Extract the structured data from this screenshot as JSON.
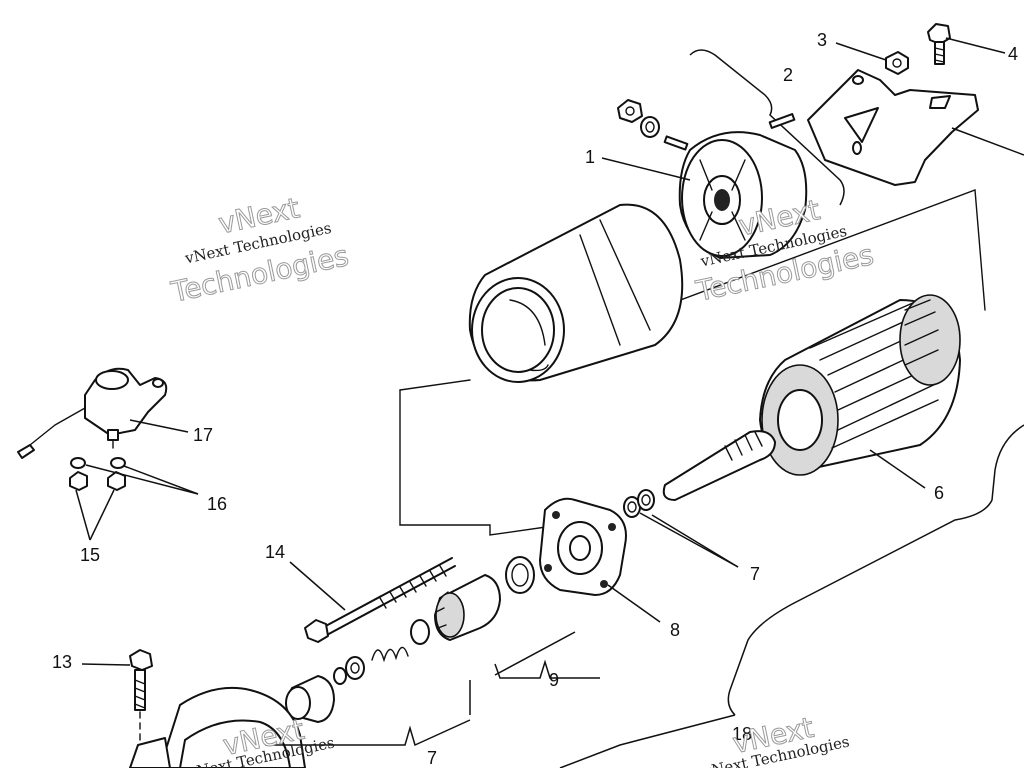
{
  "callouts": {
    "c1": "1",
    "c2": "2",
    "c3": "3",
    "c4": "4",
    "c6": "6",
    "c7a": "7",
    "c7b": "7",
    "c8": "8",
    "c9": "9",
    "c13": "13",
    "c14": "14",
    "c15": "15",
    "c16": "16",
    "c17": "17",
    "c18": "18"
  },
  "watermark": {
    "brand": "vNext",
    "company": "vNext Technologies",
    "word": "Technologies"
  }
}
